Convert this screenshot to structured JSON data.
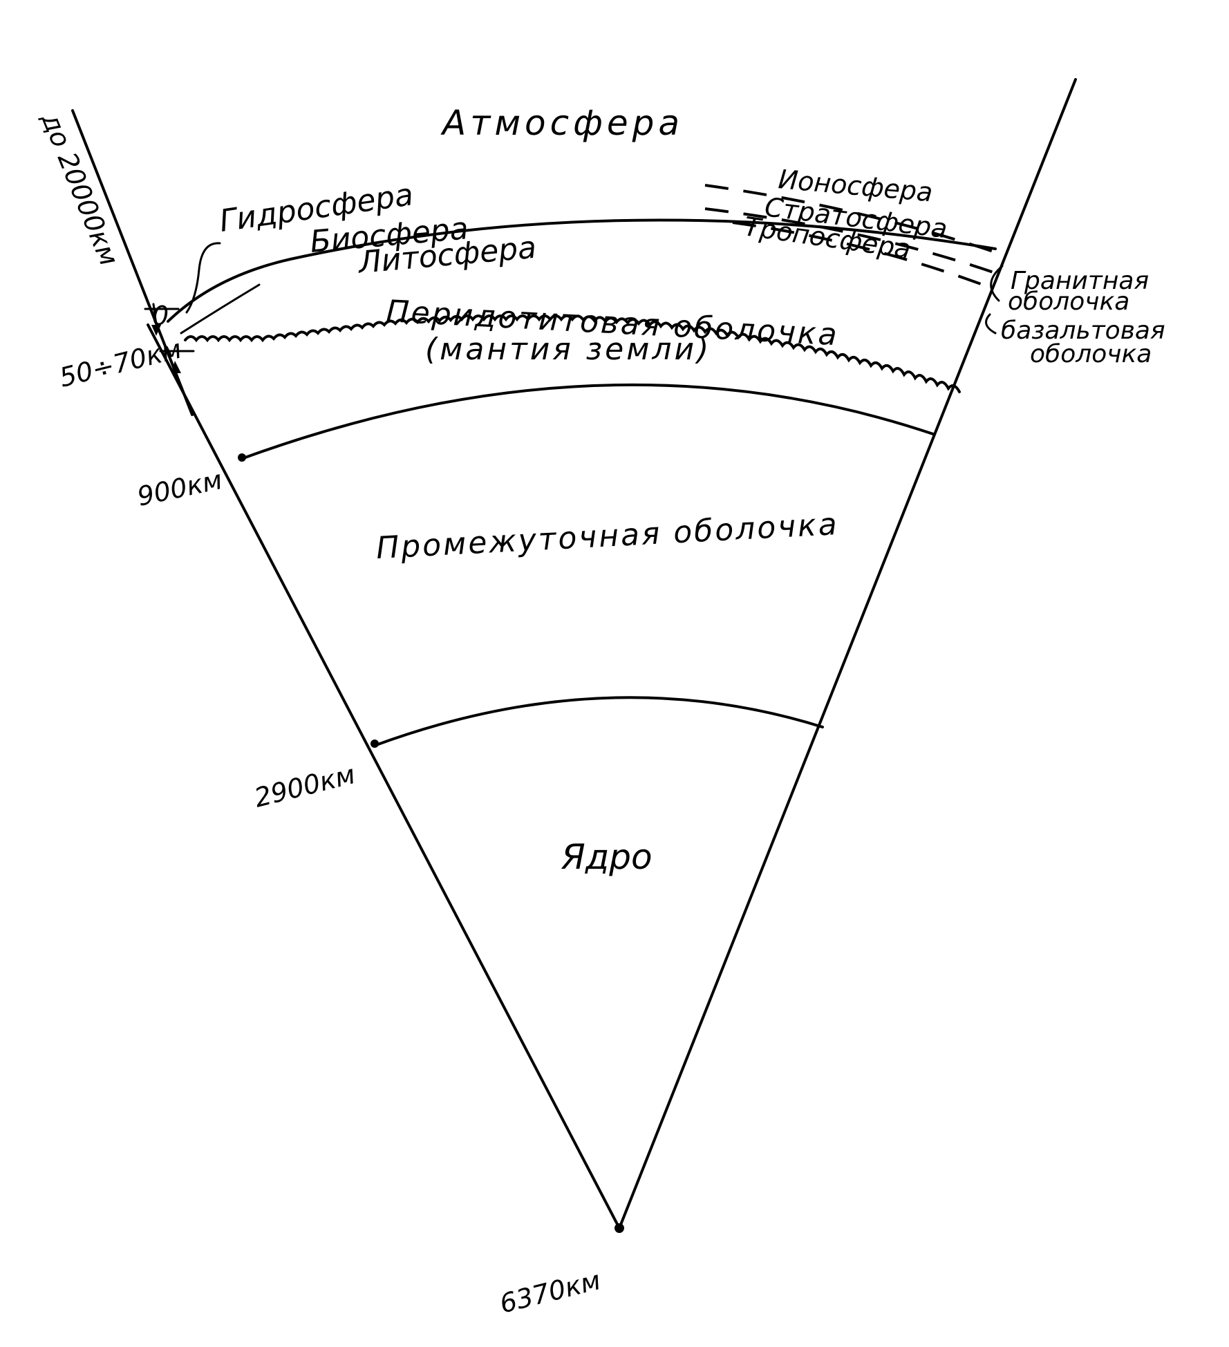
{
  "labels": {
    "atmosphere": "Атмосфера",
    "hydrosphere": "Гидросфера",
    "biosphere": "Биосфера",
    "lithosphere": "Литосфера",
    "ionosphere": "Ионосфера",
    "stratosphere": "Стратосфера",
    "troposphere": "Тропосфера",
    "granite_shell_line1": "Гранитная",
    "granite_shell_line2": "оболочка",
    "basalt_shell_line1": "базальтовая",
    "basalt_shell_line2": "оболочка",
    "mantle_line1": "Перидотитовая оболочка",
    "mantle_line2": "(мантия земли)",
    "intermediate_shell": "Промежуточная оболочка",
    "core": "Ядро"
  },
  "depth_marks": {
    "top_extent": "до 20000км",
    "zero": "0",
    "crust": "50÷70км",
    "d900": "900км",
    "d2900": "2900км",
    "center": "6370км"
  },
  "colors": {
    "ink": "#000000",
    "paper": "#ffffff"
  }
}
